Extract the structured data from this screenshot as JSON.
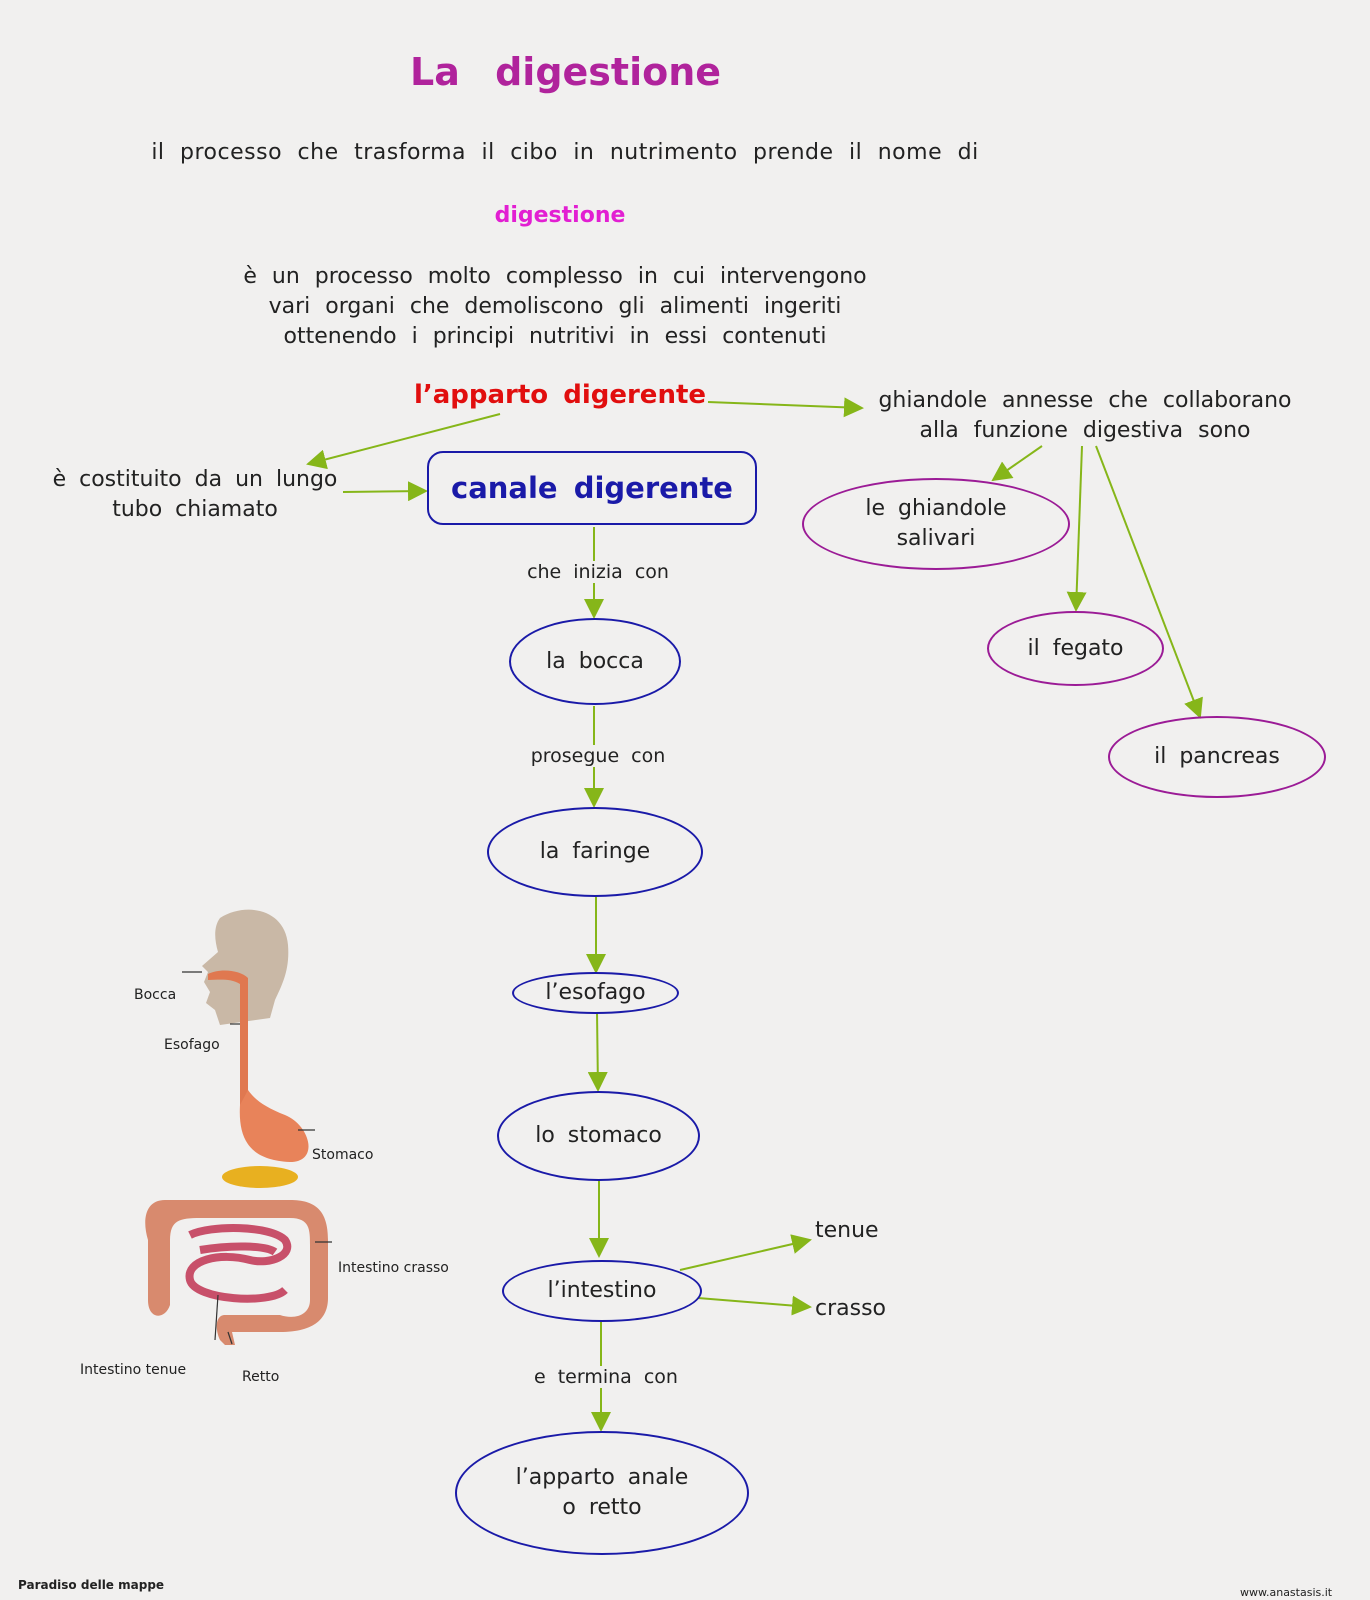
{
  "title": "La  digestione",
  "intro": "il processo che trasforma il cibo in nutrimento prende il nome di",
  "keyword": "digestione",
  "description": [
    "è un processo molto complesso in cui intervengono",
    "vari organi che demoliscono gli alimenti ingeriti",
    "ottenendo i principi nutritivi in essi contenuti"
  ],
  "apparato": "l’apparto digerente",
  "ghiandole_intro": [
    "ghiandole annesse che collaborano",
    "alla funzione digestiva sono"
  ],
  "costituito": [
    "è costituito da un lungo",
    "tubo chiamato"
  ],
  "canale": "canale digerente",
  "links": {
    "inizia": "che inizia con",
    "prosegue": "prosegue con",
    "termina": "e termina con"
  },
  "organs": {
    "bocca": "la bocca",
    "faringe": "la faringe",
    "esofago": "l’esofago",
    "stomaco": "lo stomaco",
    "intestino": "l’intestino",
    "retto": [
      "l’apparto anale",
      "o retto"
    ]
  },
  "intestine_types": {
    "tenue": "tenue",
    "crasso": "crasso"
  },
  "glands": {
    "salivari": [
      "le ghiandole",
      "salivari"
    ],
    "fegato": "il fegato",
    "pancreas": "il pancreas"
  },
  "figure_labels": {
    "bocca": "Bocca",
    "esofago": "Esofago",
    "stomaco": "Stomaco",
    "crasso": "Intestino crasso",
    "tenue": "Intestino tenue",
    "retto": "Retto"
  },
  "footer": {
    "left": "Paradiso delle mappe",
    "right": "www.anastasis.it"
  },
  "colors": {
    "title": "#b0239c",
    "keyword": "#e21fd2",
    "apparato": "#e10e0e",
    "blue": "#1a1aa8",
    "purple": "#9b1b96",
    "arrow": "#86b619"
  }
}
